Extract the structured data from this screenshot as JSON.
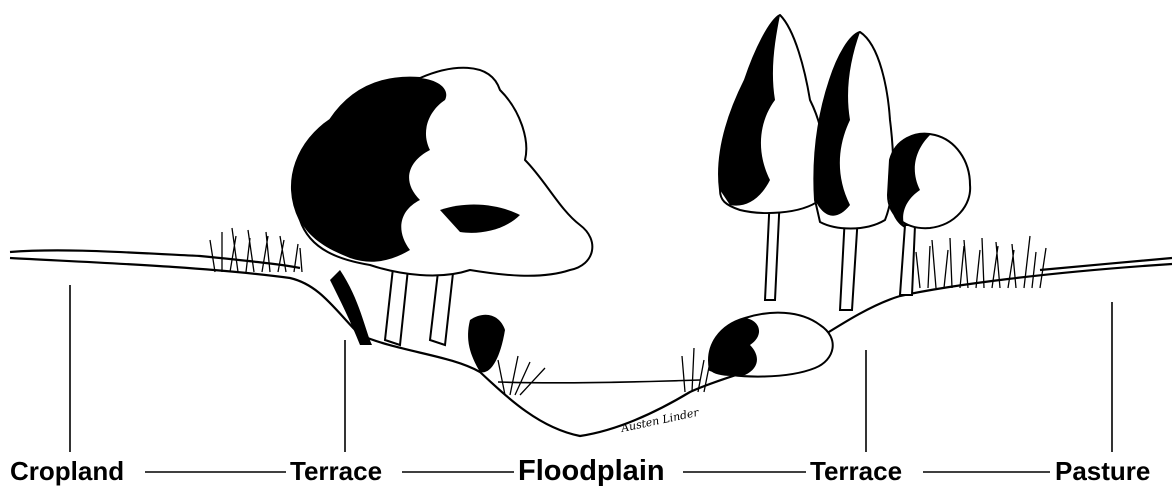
{
  "labels": {
    "cropland": "Cropland",
    "terrace_left": "Terrace",
    "floodplain": "Floodplain",
    "terrace_right": "Terrace",
    "pasture": "Pasture"
  },
  "signature": "Austen Linder",
  "colors": {
    "ink": "#000000",
    "paper": "#ffffff"
  }
}
